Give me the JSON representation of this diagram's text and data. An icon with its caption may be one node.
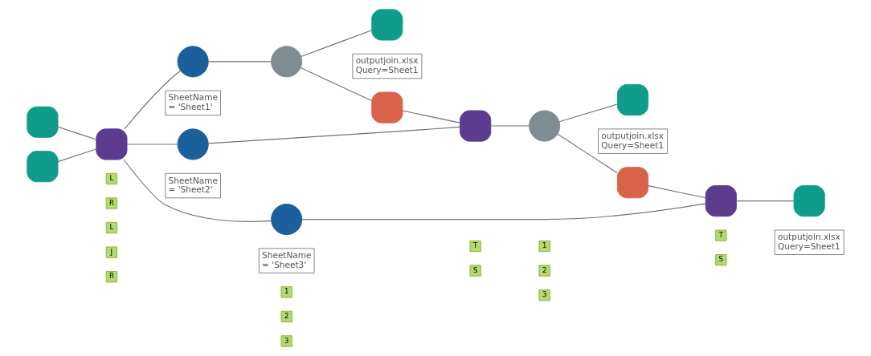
{
  "diagram": {
    "nodes": [
      {
        "text": [],
        "shape": "box"
      },
      {
        "text": [],
        "shape": "box"
      },
      {
        "text": [],
        "shape": "box"
      },
      {
        "text": [],
        "shape": "circle",
        "beside": [
          "SheetName = 'Sheet1'"
        ]
      },
      {
        "text": [],
        "shape": "circle",
        "beside": [
          "SheetName = 'Sheet2'"
        ]
      },
      {
        "text": [],
        "shape": "circle",
        "beside": [
          "SheetName = 'Sheet3'"
        ]
      },
      {
        "text": [],
        "shape": "circle"
      },
      {
        "text": [],
        "shape": "box",
        "beside": [
          "outputjoin.xlsx Query=Sheet1"
        ]
      },
      {
        "text": [],
        "shape": "box"
      },
      {
        "text": [],
        "shape": "box"
      },
      {
        "text": [],
        "shape": "circle"
      },
      {
        "text": [],
        "shape": "box",
        "beside": [
          "outputjoin.xlsx Query=Sheet1"
        ]
      },
      {
        "text": [],
        "shape": "box"
      },
      {
        "text": [],
        "shape": "box"
      },
      {
        "text": [],
        "shape": "box",
        "beside": [
          "outputjoin.xlsx Query=Sheet1"
        ]
      }
    ],
    "edges": [
      {
        "from": 0,
        "to": 2,
        "arrow": "none"
      },
      {
        "from": 1,
        "to": 2,
        "arrow": "none"
      },
      {
        "from": 2,
        "to": 3,
        "arrow": "none"
      },
      {
        "from": 2,
        "to": 4,
        "arrow": "none"
      },
      {
        "from": 2,
        "to": 5,
        "arrow": "none"
      },
      {
        "from": 3,
        "to": 6,
        "arrow": "none"
      },
      {
        "from": 6,
        "to": 7,
        "arrow": "none"
      },
      {
        "from": 6,
        "to": 8,
        "arrow": "none"
      },
      {
        "from": 4,
        "to": 9,
        "arrow": "none"
      },
      {
        "from": 8,
        "to": 9,
        "arrow": "none"
      },
      {
        "from": 9,
        "to": 10,
        "arrow": "none"
      },
      {
        "from": 10,
        "to": 11,
        "arrow": "none"
      },
      {
        "from": 10,
        "to": 12,
        "arrow": "none"
      },
      {
        "from": 5,
        "to": 13,
        "arrow": "none"
      },
      {
        "from": 12,
        "to": 13,
        "arrow": "none"
      },
      {
        "from": 13,
        "to": 14,
        "arrow": "none"
      }
    ],
    "labels": [
      "L",
      "R",
      "L",
      "J",
      "R",
      "1",
      "2",
      "3",
      "T",
      "S",
      "1",
      "2",
      "3",
      "T",
      "S"
    ]
  }
}
